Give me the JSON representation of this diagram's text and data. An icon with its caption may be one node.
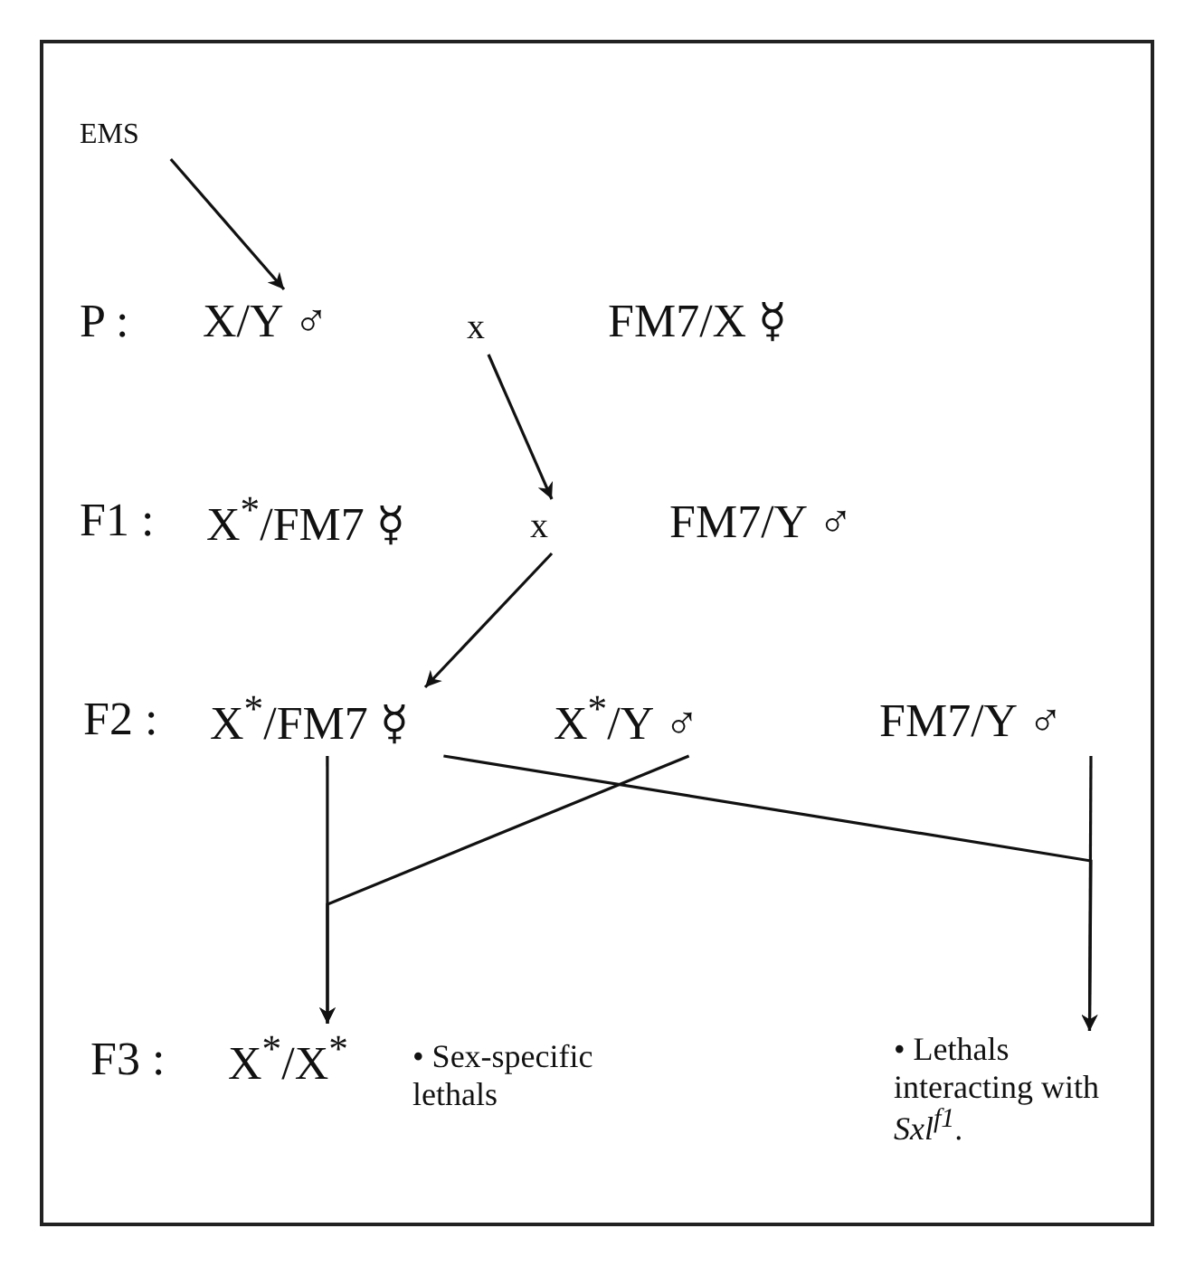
{
  "diagram": {
    "nodes": [
      {
        "text": [
          "EMS"
        ]
      },
      {
        "text": [
          "X/Y ♂"
        ]
      },
      {
        "text": [
          "x"
        ]
      },
      {
        "text": [
          "FM7/X ☿"
        ]
      },
      {
        "text": [
          "X$^{*}$/FM7 ☿"
        ]
      },
      {
        "text": [
          "x"
        ]
      },
      {
        "text": [
          "FM7/Y ♂"
        ]
      },
      {
        "text": [
          "X$^{*}$/FM7 ☿"
        ]
      },
      {
        "text": [
          "X$^{*}$/Y ♂"
        ]
      },
      {
        "text": [
          "FM7/Y ♂"
        ]
      },
      {
        "text": [
          "X$^{*}$/X$^{*}$"
        ]
      },
      {
        "text": [
          "• Lethals interacting with *Sxl*$^{f1}$."
        ]
      }
    ],
    "edges": [
      {
        "from": 0,
        "to": 1,
        "arrow": "to"
      },
      {
        "from": 2,
        "to": 5,
        "arrow": "to"
      },
      {
        "from": 5,
        "to": 7,
        "arrow": "to"
      },
      {
        "from": 7,
        "to": 10,
        "arrow": "to"
      },
      {
        "from": 8,
        "to": 10,
        "arrow": "to"
      },
      {
        "from": 7,
        "to": 11,
        "arrow": "to"
      },
      {
        "from": 9,
        "to": 11,
        "arrow": "to"
      }
    ],
    "labels": [
      "P  :",
      "F1 :",
      "F2 :",
      "F3  :",
      "• Sex-specific lethals"
    ]
  }
}
